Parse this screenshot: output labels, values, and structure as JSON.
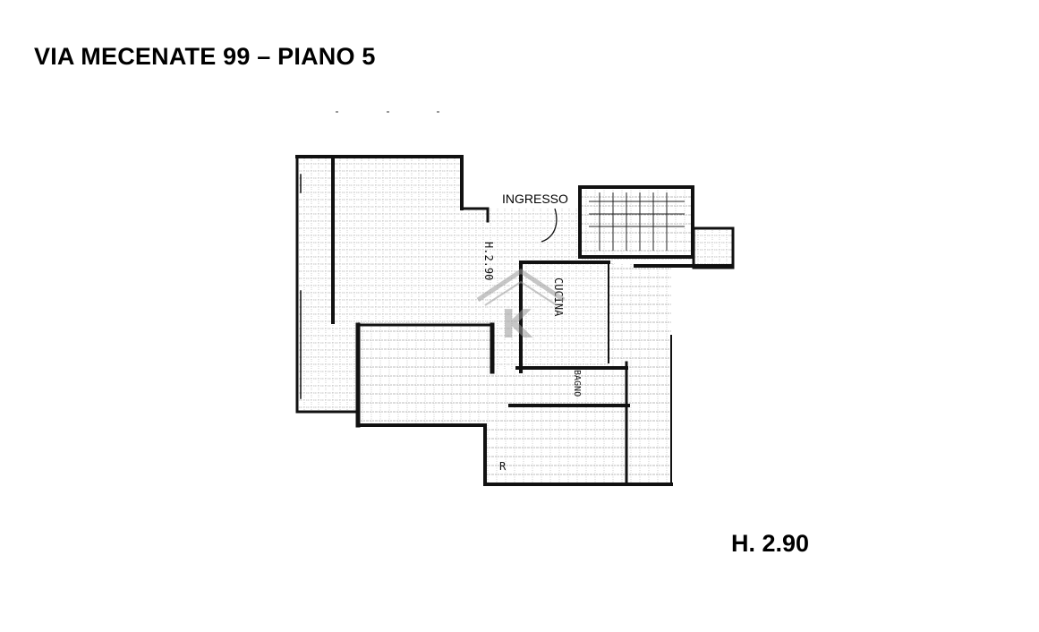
{
  "header": {
    "title": "VIA MECENATE 99 – PIANO 5"
  },
  "plan": {
    "entrance_label": "INGRESSO",
    "height_mark": "H.2.90",
    "kitchen_label": "CUCINA",
    "bathroom_label": "BAGNO",
    "r_marks": [
      "R"
    ],
    "watermark_letter": "K"
  },
  "footer": {
    "height_label": "H. 2.90"
  },
  "colors": {
    "wall": "#111111",
    "hatch": "#7a7a7a",
    "watermark": "#9a9a9a"
  }
}
